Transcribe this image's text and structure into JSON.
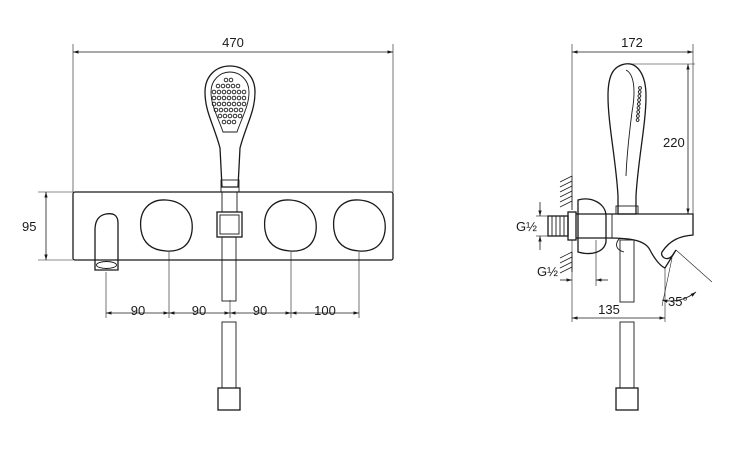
{
  "front_view": {
    "dim_width": "470",
    "dim_height": "95",
    "dim_spout_to_knob1": "90",
    "dim_knob1_to_hose": "90",
    "dim_hose_to_knob2": "90",
    "dim_knob2_to_knob3": "100"
  },
  "side_view": {
    "dim_depth": "172",
    "dim_shower_height": "220",
    "dim_spout_reach": "135",
    "dim_spout_angle": "35°",
    "thread_upper": "G½",
    "thread_lower": "G½"
  },
  "icons": [
    "hand-shower-icon",
    "flexible-hose-icon",
    "control-knob-icon",
    "bath-spout-icon",
    "wall-hatch-icon"
  ],
  "colors": {
    "line": "#1a1a1a",
    "background": "#ffffff"
  }
}
